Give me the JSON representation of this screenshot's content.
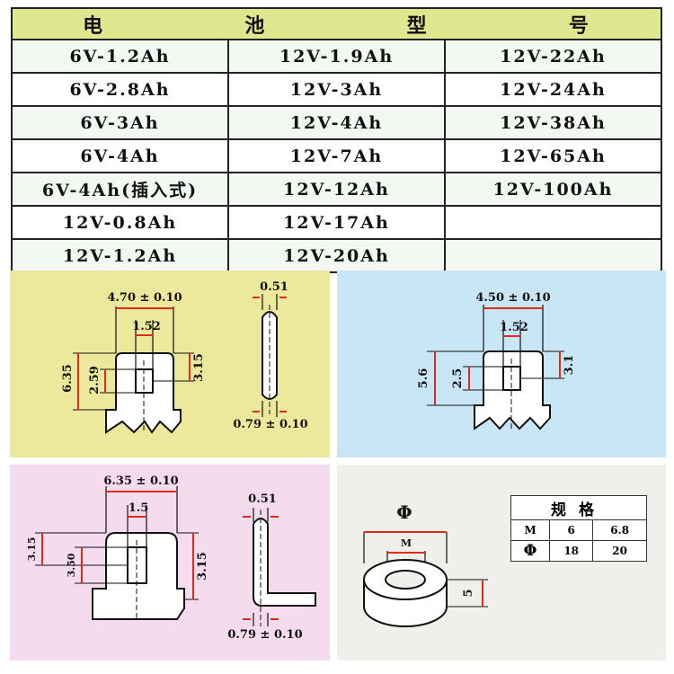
{
  "table": {
    "header": [
      "电",
      "池",
      "型",
      "号"
    ],
    "rows": [
      [
        "6V-1.2Ah",
        "12V-1.9Ah",
        "12V-22Ah"
      ],
      [
        "6V-2.8Ah",
        "12V-3Ah",
        "12V-24Ah"
      ],
      [
        "6V-3Ah",
        "12V-4Ah",
        "12V-38Ah"
      ],
      [
        "6V-4Ah",
        "12V-7Ah",
        "12V-65Ah"
      ],
      [
        "6V-4Ah(插入式)",
        "12V-12Ah",
        "12V-100Ah"
      ],
      [
        "12V-0.8Ah",
        "12V-17Ah",
        ""
      ],
      [
        "12V-1.2Ah",
        "12V-20Ah",
        ""
      ]
    ]
  },
  "terminal_1": {
    "width": "4.70 ± 0.10",
    "slot_width": "1.52",
    "height": "6.35",
    "slot_height": "2.59",
    "offset": "3.15",
    "thickness": "0.51",
    "tip": "0.79 ± 0.10"
  },
  "terminal_2": {
    "width": "4.50 ± 0.10",
    "slot_width": "1.52",
    "height": "5.6",
    "slot_height": "2.5",
    "offset": "3.1"
  },
  "terminal_3": {
    "width": "6.35 ± 0.10",
    "slot_width": "1.5",
    "height_left": "3.15",
    "slot_height": "3.50",
    "height_right": "3.15",
    "thickness": "0.51",
    "tip": "0.79 ± 0.10"
  },
  "ring_terminal": {
    "phi_label": "Φ",
    "m_label": "M",
    "height": "5",
    "spec_table": {
      "title": "规格",
      "rows": [
        [
          "M",
          "6",
          "6.8"
        ],
        [
          "Φ",
          "18",
          "20"
        ]
      ]
    }
  },
  "colors": {
    "header_bg": "#dfe88e",
    "panel1_bg": "#ece99c",
    "panel2_bg": "#c8e6f6",
    "panel3_bg": "#f4dcee",
    "panel4_bg": "#eff0ec",
    "dim_red": "#e02a1a"
  }
}
